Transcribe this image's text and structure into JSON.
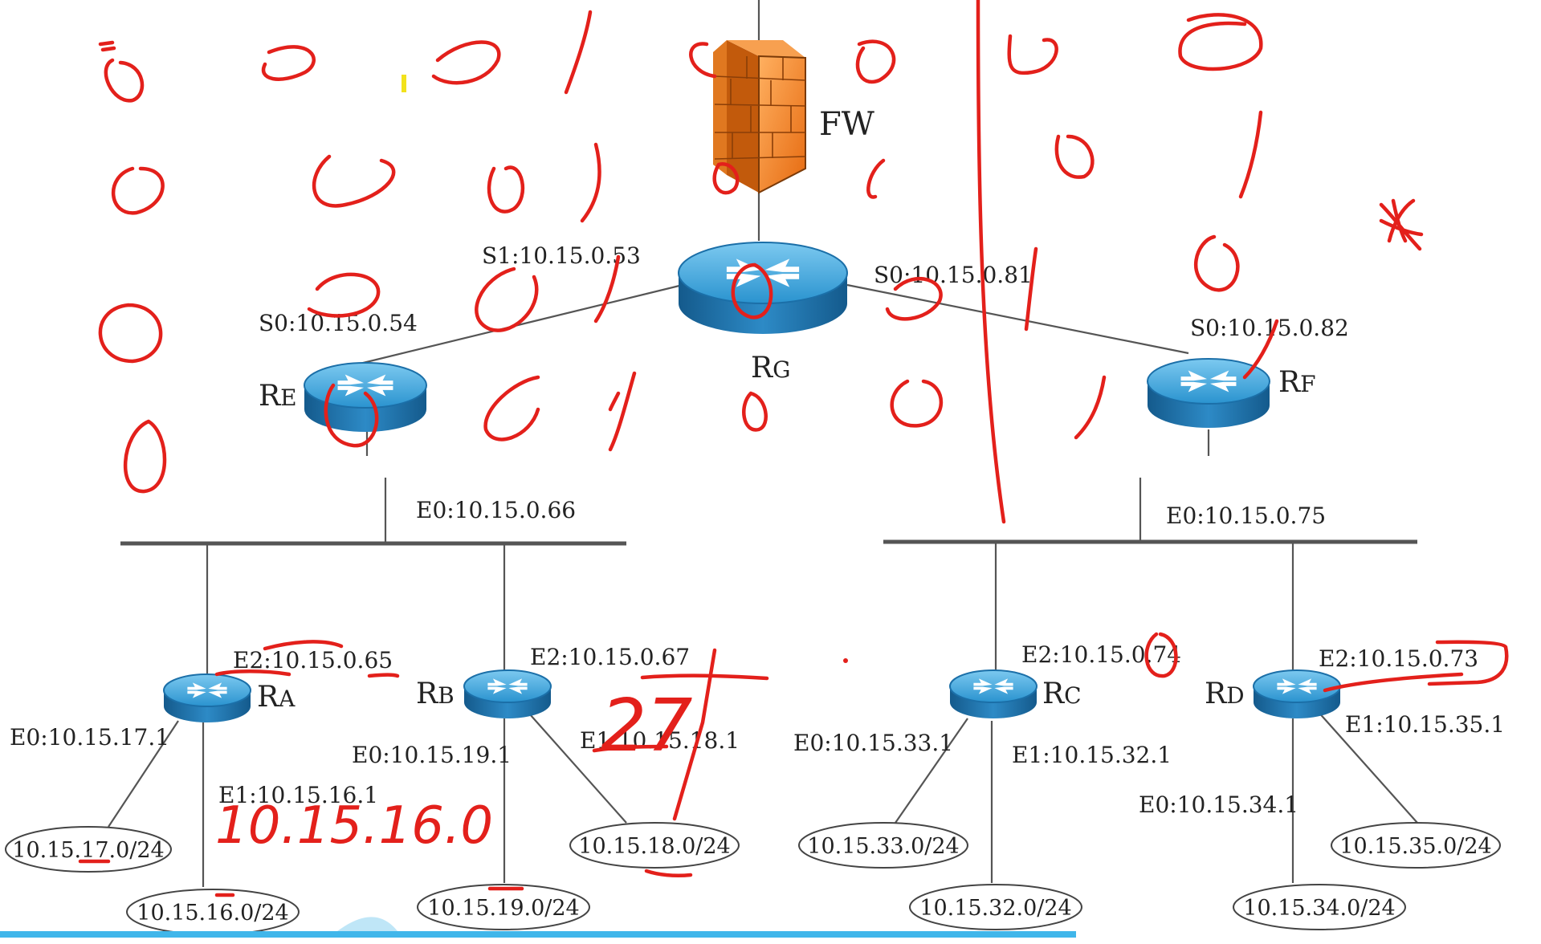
{
  "diagram": {
    "firewall": {
      "label": "FW"
    },
    "routers": {
      "RG": {
        "name": "R",
        "sub": "G"
      },
      "RE": {
        "name": "R",
        "sub": "E"
      },
      "RF": {
        "name": "R",
        "sub": "F"
      },
      "RA": {
        "name": "R",
        "sub": "A"
      },
      "RB": {
        "name": "R",
        "sub": "B"
      },
      "RC": {
        "name": "R",
        "sub": "C"
      },
      "RD": {
        "name": "R",
        "sub": "D"
      }
    },
    "interfaces": {
      "rg_s1": "S1:10.15.0.53",
      "rg_s0": "S0:10.15.0.81",
      "re_s0": "S0:10.15.0.54",
      "rf_s0": "S0:10.15.0.82",
      "re_e0": "E0:10.15.0.66",
      "rf_e0": "E0:10.15.0.75",
      "ra_e2": "E2:10.15.0.65",
      "rb_e2": "E2:10.15.0.67",
      "rc_e2": "E2:10.15.0.74",
      "rd_e2": "E2:10.15.0.73",
      "ra_e0": "E0:10.15.17.1",
      "ra_e1": "E1:10.15.16.1",
      "rb_e0": "E0:10.15.19.1",
      "rb_e1": "E1:10.15.18.1",
      "rc_e0": "E0:10.15.33.1",
      "rc_e1": "E1:10.15.32.1",
      "rd_e1": "E1:10.15.35.1",
      "rd_e0": "E0:10.15.34.1"
    },
    "networks": {
      "n17": "10.15.17.0/24",
      "n16": "10.15.16.0/24",
      "n19": "10.15.19.0/24",
      "n18": "10.15.18.0/24",
      "n33": "10.15.33.0/24",
      "n32": "10.15.32.0/24",
      "n34": "10.15.34.0/24",
      "n35": "10.15.35.0/24"
    },
    "annotations": {
      "handwritten_net": "10.15.16.0",
      "handwritten_mask": "27"
    }
  },
  "colors": {
    "router_top": "#3aa3db",
    "router_side": "#1b6fa8",
    "firewall": "#f08a2c",
    "ink": "#e3201b",
    "wire": "#555555",
    "progress": "#40b6ea"
  }
}
